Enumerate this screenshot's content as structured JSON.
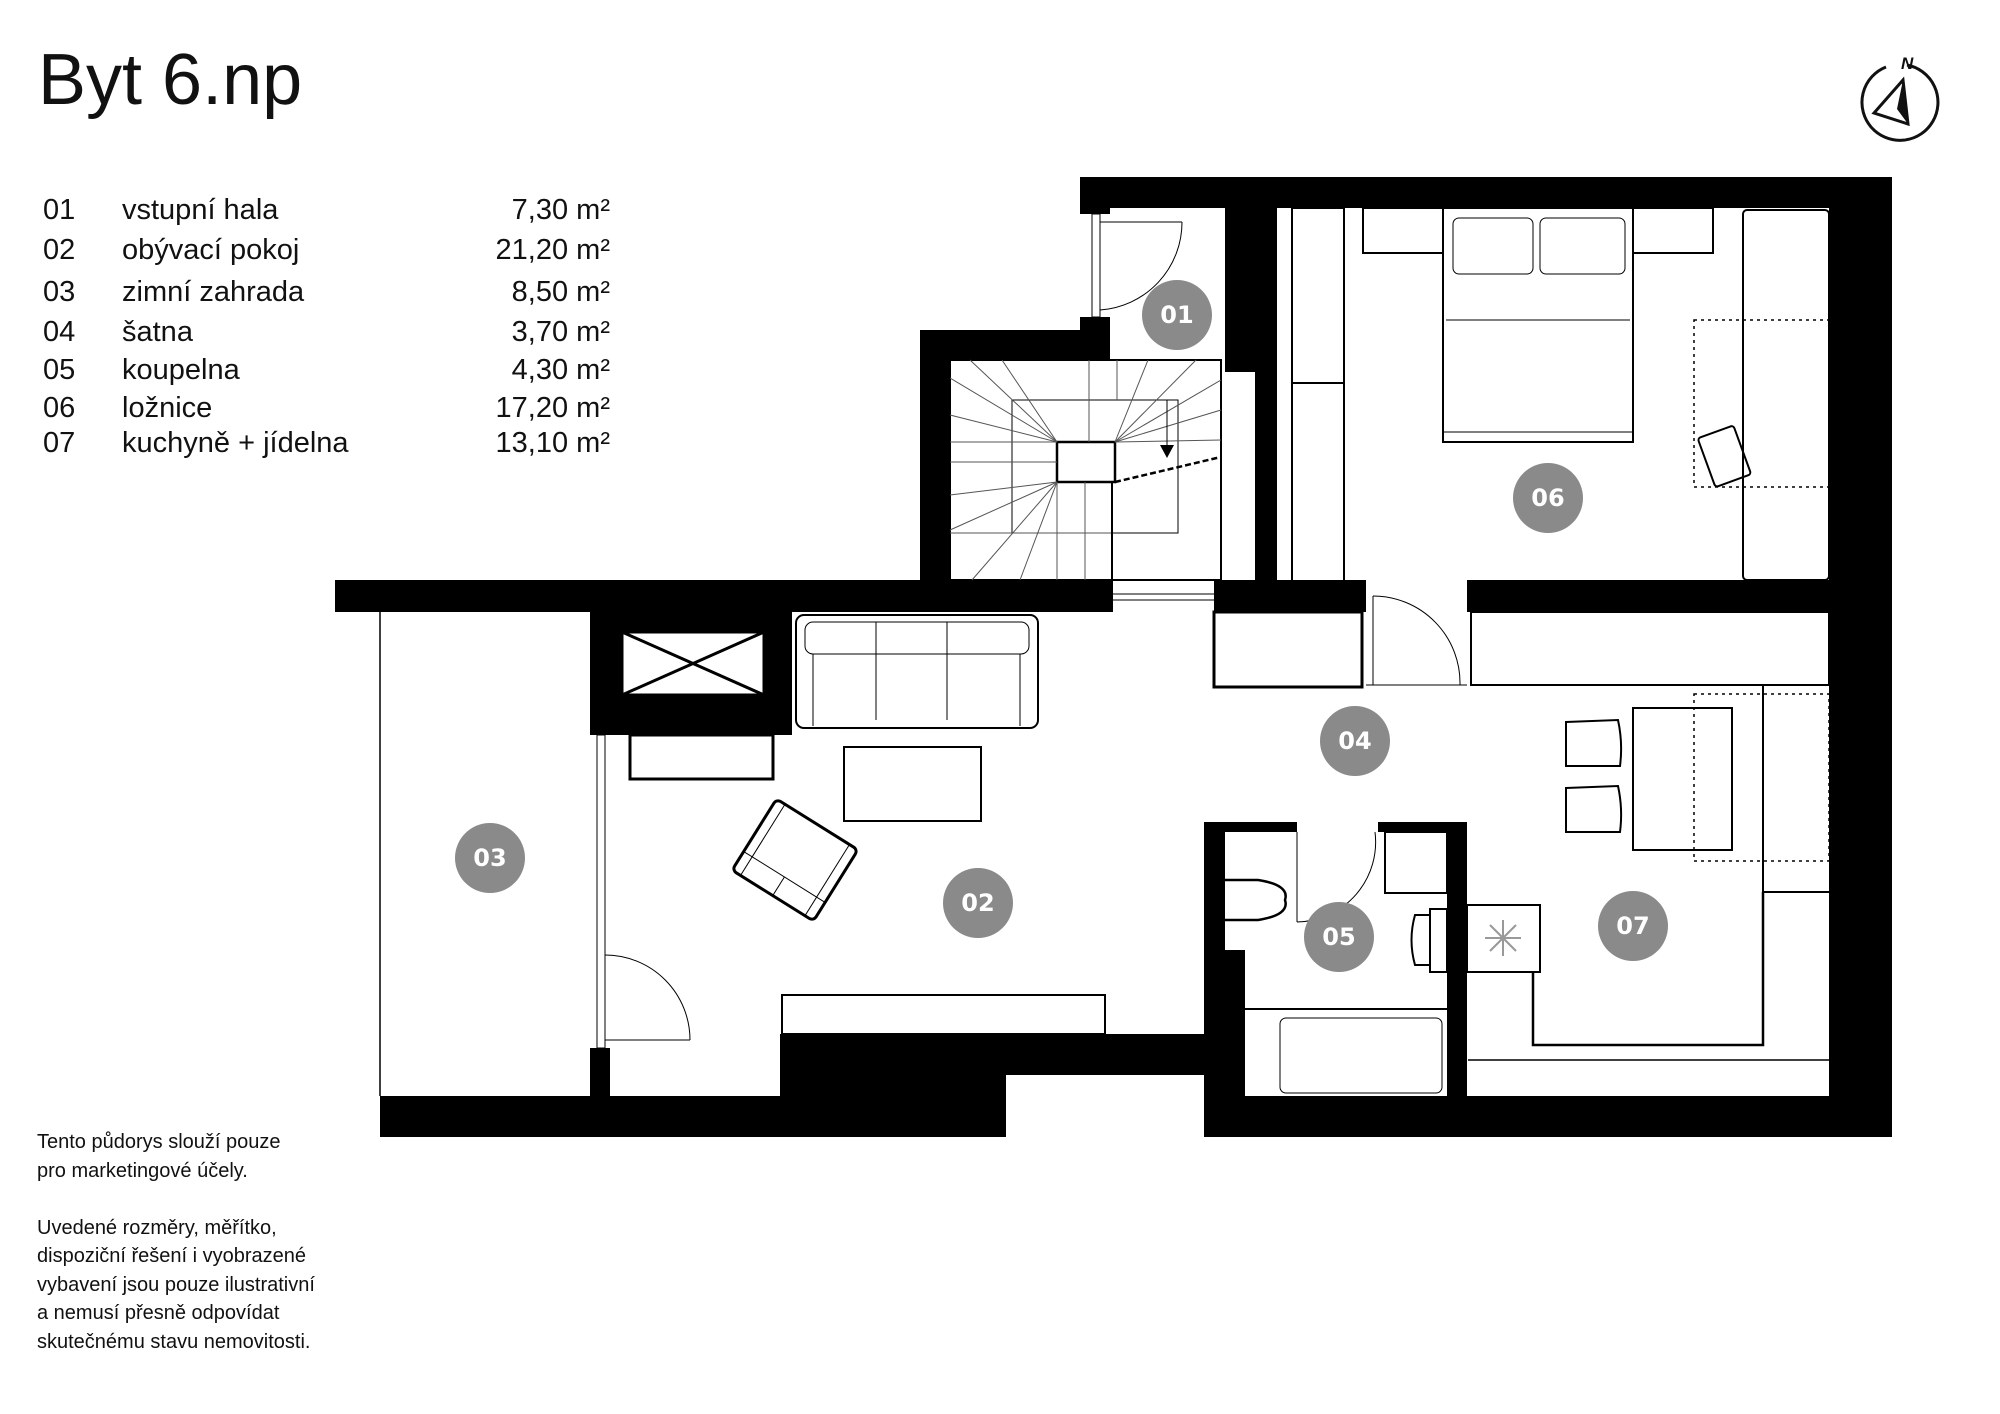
{
  "title": "Byt 6.np",
  "rooms": [
    {
      "num": "01",
      "name": "vstupní hala",
      "area": "7,30 m²"
    },
    {
      "num": "02",
      "name": "obývací pokoj",
      "area": "21,20 m²"
    },
    {
      "num": "03",
      "name": "zimní zahrada",
      "area": "8,50 m²"
    },
    {
      "num": "04",
      "name": "šatna",
      "area": "3,70 m²"
    },
    {
      "num": "05",
      "name": "koupelna",
      "area": "4,30 m²"
    },
    {
      "num": "06",
      "name": "ložnice",
      "area": "17,20 m²"
    },
    {
      "num": "07",
      "name": "kuchyně + jídelna",
      "area": "13,10 m²"
    }
  ],
  "plan_labels": [
    "01",
    "02",
    "03",
    "04",
    "05",
    "06",
    "07"
  ],
  "compass": {
    "label": "N",
    "icon": "north-arrow-icon"
  },
  "disclaimer": {
    "p1_l1": "Tento půdorys slouží pouze",
    "p1_l2": "pro marketingové účely.",
    "p2_l1": "Uvedené rozměry, měřítko,",
    "p2_l2": "dispoziční řešení i vyobrazené",
    "p2_l3": "vybavení jsou pouze ilustrativní",
    "p2_l4": "a nemusí přesně odpovídat",
    "p2_l5": "skutečnému stavu nemovitosti."
  },
  "colors": {
    "wall": "#000000",
    "badge": "#8a8a8a",
    "badge_text": "#ffffff",
    "background": "#ffffff"
  }
}
